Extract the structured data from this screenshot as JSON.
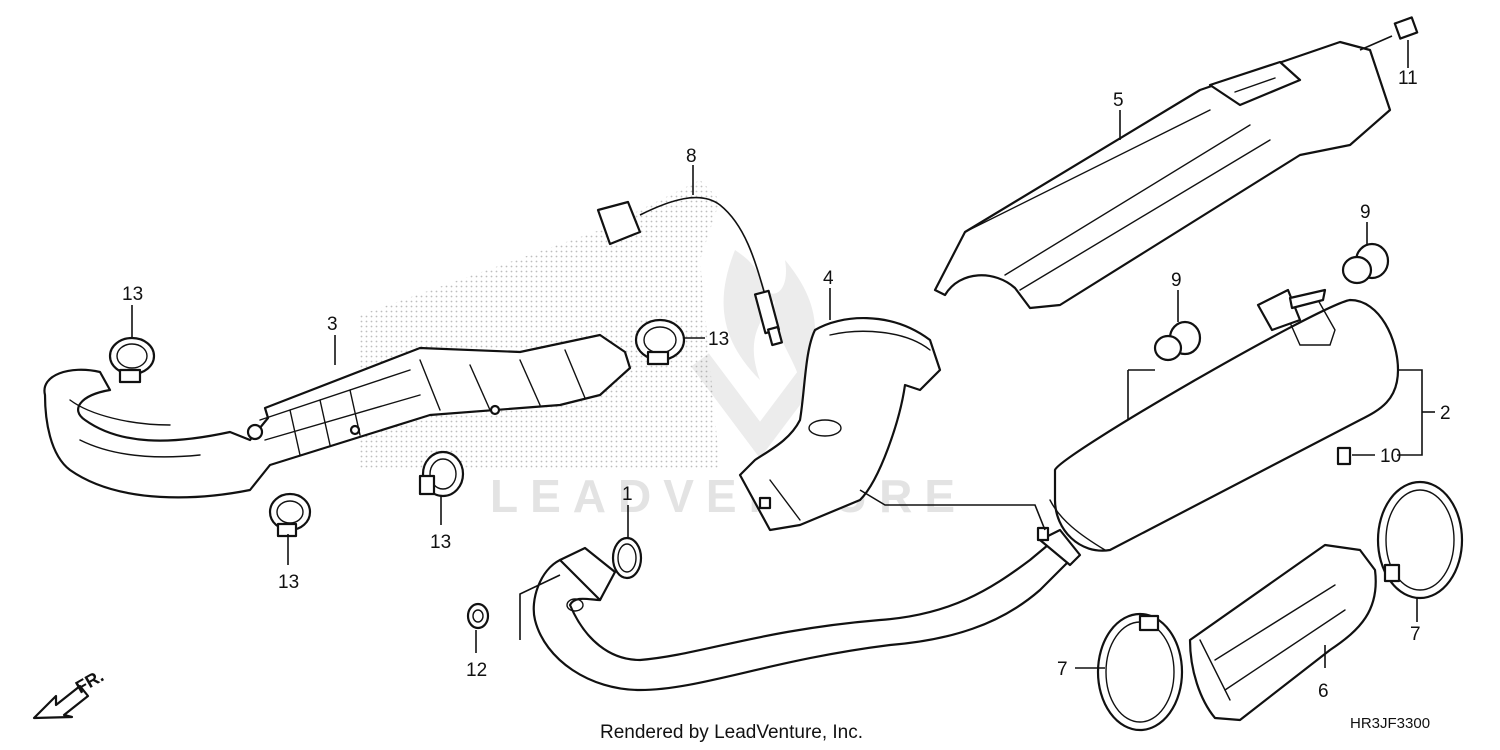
{
  "diagram": {
    "callouts": [
      {
        "id": "c1",
        "label": "1"
      },
      {
        "id": "c2",
        "label": "2"
      },
      {
        "id": "c3",
        "label": "3"
      },
      {
        "id": "c4",
        "label": "4"
      },
      {
        "id": "c5",
        "label": "5"
      },
      {
        "id": "c6",
        "label": "6"
      },
      {
        "id": "c7a",
        "label": "7"
      },
      {
        "id": "c7b",
        "label": "7"
      },
      {
        "id": "c8",
        "label": "8"
      },
      {
        "id": "c9a",
        "label": "9"
      },
      {
        "id": "c9b",
        "label": "9"
      },
      {
        "id": "c10",
        "label": "10"
      },
      {
        "id": "c11",
        "label": "11"
      },
      {
        "id": "c12",
        "label": "12"
      },
      {
        "id": "c13a",
        "label": "13"
      },
      {
        "id": "c13b",
        "label": "13"
      },
      {
        "id": "c13c",
        "label": "13"
      },
      {
        "id": "c13d",
        "label": "13"
      }
    ],
    "front_indicator": "FR.",
    "credit": "Rendered by LeadVenture, Inc.",
    "diagram_code": "HR3JF3300",
    "watermark": "LEADVENTURE"
  },
  "colors": {
    "line": "#111111",
    "shade": "#e7e7e7",
    "watermark": "#e3e3e3"
  }
}
